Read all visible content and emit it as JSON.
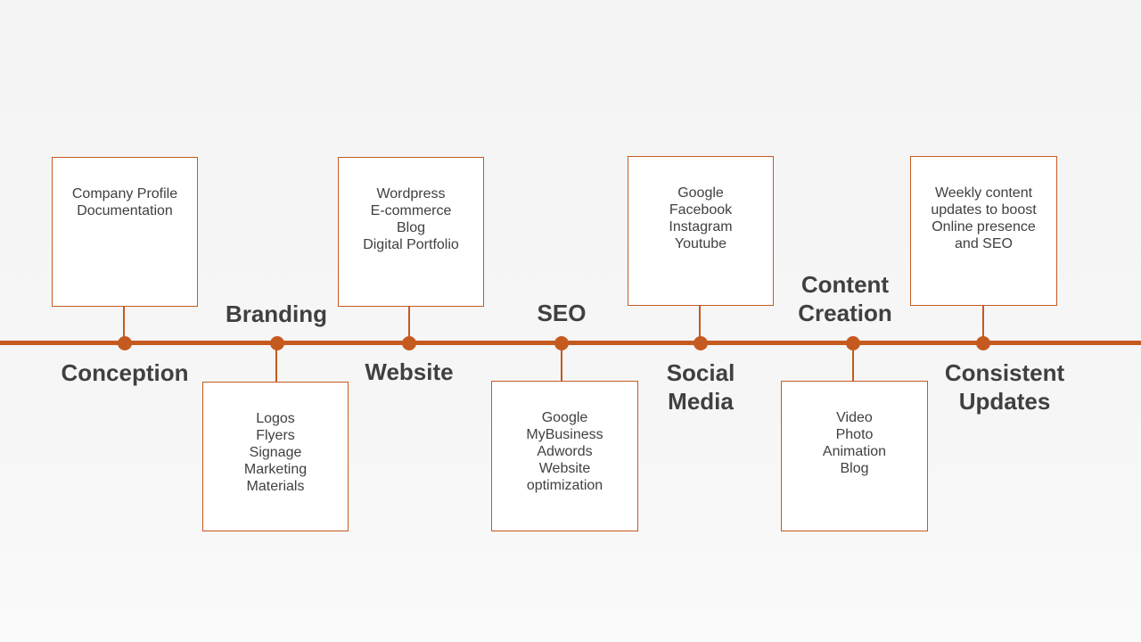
{
  "colors": {
    "accent": "#c55a20",
    "text": "#404040",
    "box_bg": "#ffffff"
  },
  "milestones": [
    {
      "label": [
        "Conception"
      ],
      "items": [
        "Company Profile",
        "Documentation"
      ]
    },
    {
      "label": [
        "Branding"
      ],
      "items": [
        "Logos",
        "Flyers",
        "Signage",
        "Marketing",
        "Materials"
      ]
    },
    {
      "label": [
        "Website"
      ],
      "items": [
        "Wordpress",
        "E-commerce",
        "Blog",
        "Digital Portfolio"
      ]
    },
    {
      "label": [
        "SEO"
      ],
      "items": [
        "Google",
        "MyBusiness",
        "Adwords",
        "Website",
        "optimization"
      ]
    },
    {
      "label": [
        "Social",
        "Media"
      ],
      "items": [
        "Google",
        "Facebook",
        "Instagram",
        "Youtube"
      ]
    },
    {
      "label": [
        "Content",
        "Creation"
      ],
      "items": [
        "Video",
        "Photo",
        "Animation",
        "Blog"
      ]
    },
    {
      "label": [
        "Consistent",
        "Updates"
      ],
      "items": [
        "Weekly content",
        "updates to boost",
        "Online presence",
        "and SEO"
      ]
    }
  ]
}
